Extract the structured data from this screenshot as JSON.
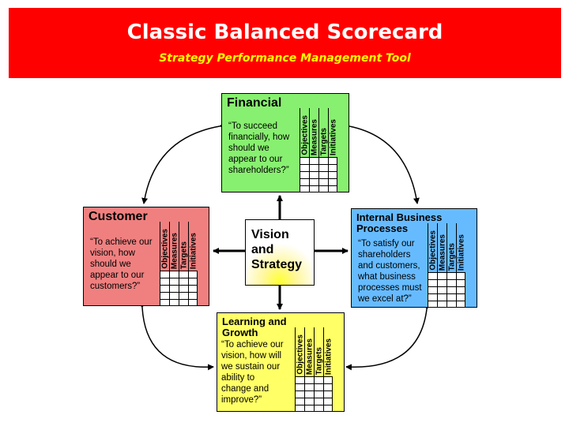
{
  "header": {
    "title": "Classic Balanced Scorecard",
    "subtitle": "Strategy Performance Management Tool"
  },
  "center": {
    "lines": [
      "Vision",
      "and",
      "Strategy"
    ]
  },
  "column_headers": [
    "Objectives",
    "Measures",
    "Targets",
    "Initiatives"
  ],
  "perspectives": {
    "financial": {
      "heading_lines": [
        "Financial"
      ],
      "quote_lines": [
        "“To succeed",
        "financially, how",
        "should we",
        "appear to our",
        "shareholders?”"
      ],
      "color": "#88f070"
    },
    "customer": {
      "heading_lines": [
        "Customer"
      ],
      "quote_lines": [
        "“To achieve our",
        "vision, how",
        "should we",
        "appear to our",
        "customers?”"
      ],
      "color": "#f08080"
    },
    "internal": {
      "heading_lines": [
        "Internal Business",
        "Processes"
      ],
      "quote_lines": [
        "“To satisfy our",
        "shareholders",
        "and customers,",
        "what business",
        "processes must",
        "we excel at?”"
      ],
      "color": "#66bbff"
    },
    "learning": {
      "heading_lines": [
        "Learning and",
        "Growth"
      ],
      "quote_lines": [
        "“To achieve our",
        "vision, how will",
        "we sustain our",
        "ability to",
        "change and",
        "improve?”"
      ],
      "color": "#ffff66"
    }
  }
}
